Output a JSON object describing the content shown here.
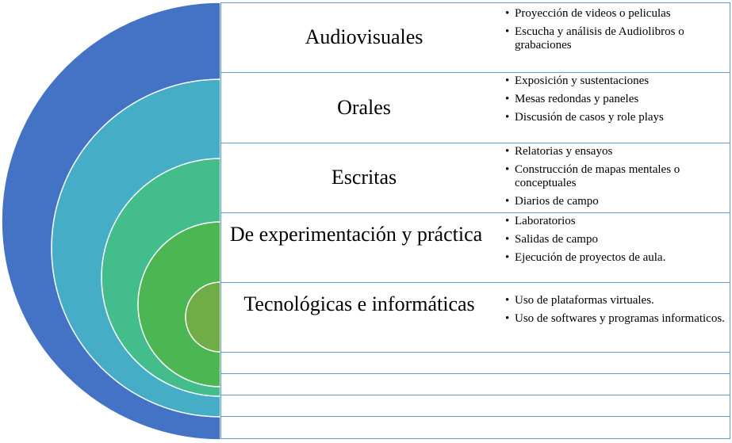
{
  "categories": [
    {
      "title": "Audiovisuales",
      "items": [
        "Proyección de videos o peliculas",
        "Escucha y análisis  de Audiolibros o grabaciones"
      ]
    },
    {
      "title": "Orales",
      "items": [
        "Exposición y sustentaciones",
        "Mesas redondas y paneles",
        "Discusión de casos y role plays"
      ]
    },
    {
      "title": "Escritas",
      "items": [
        "Relatorias  y ensayos",
        "Construcción de mapas mentales  o conceptuales",
        "Diarios  de campo"
      ]
    },
    {
      "title": "De experimentación  y práctica",
      "items": [
        "Laboratorios",
        "Salidas  de campo",
        "Ejecución  de proyectos de aula."
      ]
    },
    {
      "title": "Tecnológicas  e informáticas",
      "items": [
        "Uso de plataformas virtuales.",
        "Uso de softwares y programas informaticos."
      ]
    }
  ],
  "colors": {
    "ring_1": "#4472c4",
    "ring_2": "#45aec6",
    "ring_3": "#42bd8b",
    "ring_4": "#4cb652",
    "ring_5": "#70ad47",
    "border": "#5b9bd5"
  }
}
